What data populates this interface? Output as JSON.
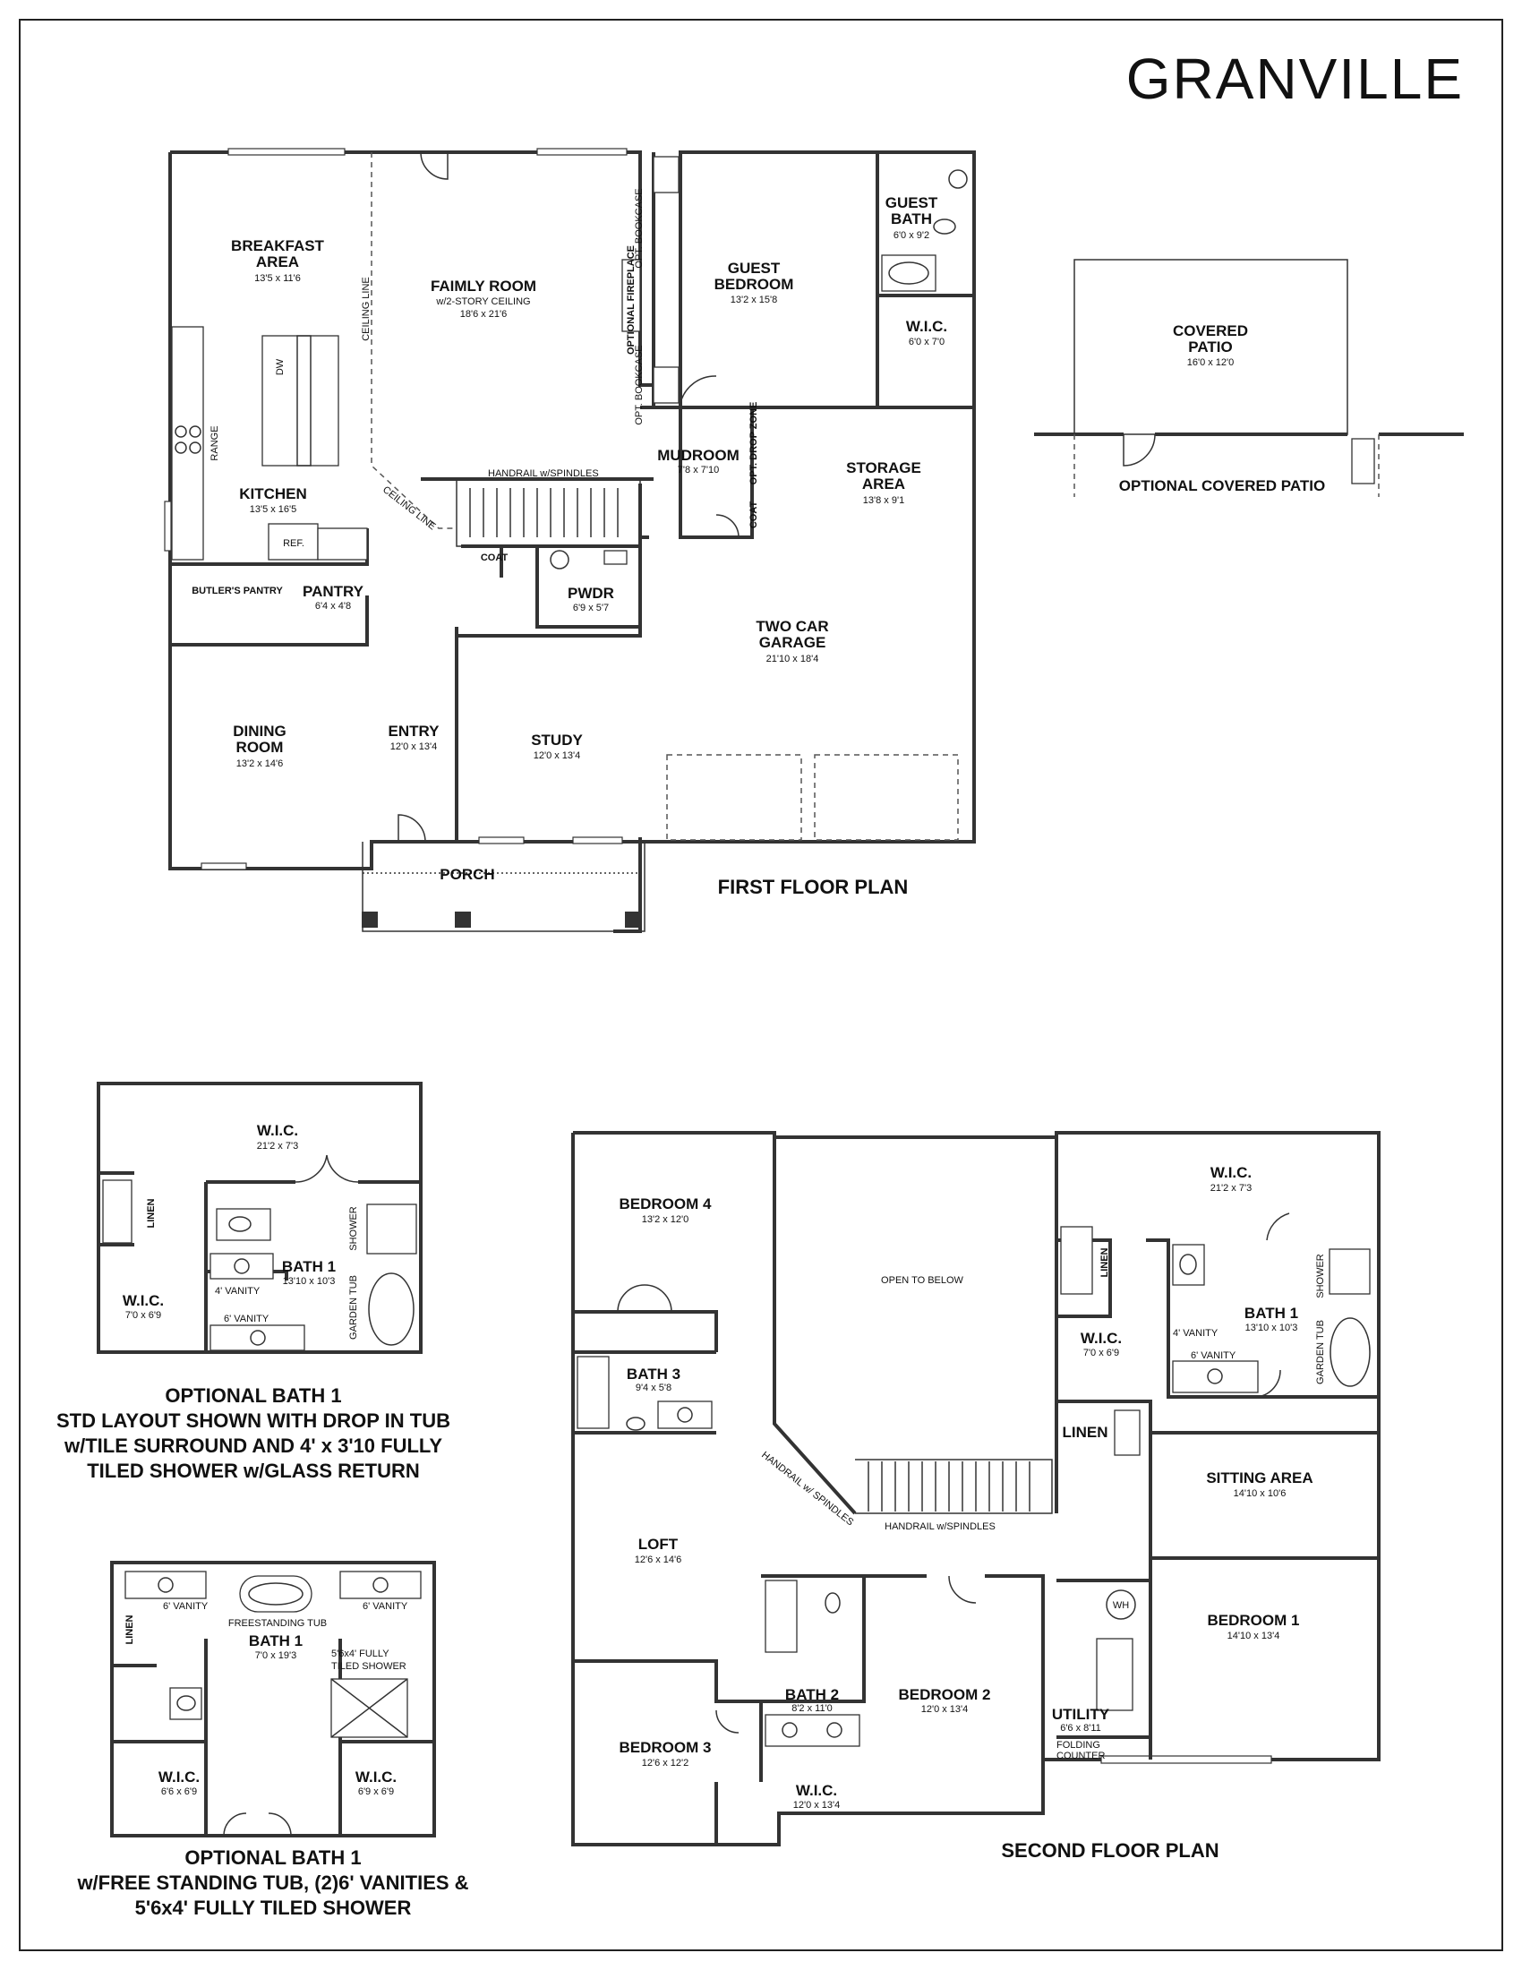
{
  "title": "GRANVILLE",
  "first_floor": {
    "caption": "FIRST FLOOR PLAN",
    "rooms": [
      {
        "name": "BREAKFAST",
        "name2": "AREA",
        "dim": "13'5 x 11'6"
      },
      {
        "name": "FAIMLY ROOM",
        "sub": "w/2-STORY CEILING",
        "dim": "18'6 x 21'6"
      },
      {
        "name": "GUEST",
        "name2": "BEDROOM",
        "dim": "13'2 x 15'8"
      },
      {
        "name": "GUEST",
        "name2": "BATH",
        "dim": "6'0 x 9'2"
      },
      {
        "name": "W.I.C.",
        "dim": "6'0 x 7'0"
      },
      {
        "name": "KITCHEN",
        "dim": "13'5 x 16'5"
      },
      {
        "name": "MUDROOM",
        "dim": "7'8 x 7'10"
      },
      {
        "name": "STORAGE",
        "name2": "AREA",
        "dim": "13'8 x 9'1"
      },
      {
        "name": "PANTRY",
        "dim": "6'4 x 4'8"
      },
      {
        "name": "PWDR",
        "dim": "6'9 x 5'7"
      },
      {
        "name": "TWO CAR",
        "name2": "GARAGE",
        "dim": "21'10 x 18'4"
      },
      {
        "name": "DINING",
        "name2": "ROOM",
        "dim": "13'2 x 14'6"
      },
      {
        "name": "ENTRY",
        "dim": "12'0 x 13'4"
      },
      {
        "name": "STUDY",
        "dim": "12'0 x 13'4"
      },
      {
        "name": "PORCH"
      }
    ],
    "labels": {
      "ceiling_line": "CEILING LINE",
      "opt_bookcase": "OPT. BOOKCASE",
      "optional_fireplace": "OPTIONAL FIREPLACE",
      "handrail": "HANDRAIL w/SPINDLES",
      "opt_drop_zone": "OPT. DROP ZONE",
      "coat": "COAT",
      "dw": "DW",
      "range": "RANGE",
      "ref": "REF.",
      "butlers_pantry": "BUTLER'S PANTRY"
    }
  },
  "covered_patio": {
    "name": "COVERED",
    "name2": "PATIO",
    "dim": "16'0 x 12'0",
    "caption": "OPTIONAL COVERED PATIO"
  },
  "optional_bath_a": {
    "caption_lines": [
      "OPTIONAL BATH 1",
      "STD LAYOUT SHOWN WITH DROP IN TUB",
      "w/TILE SURROUND AND 4' x 3'10 FULLY",
      "TILED SHOWER w/GLASS RETURN"
    ],
    "wic_top": {
      "name": "W.I.C.",
      "dim": "21'2 x 7'3"
    },
    "bath": {
      "name": "BATH 1",
      "dim": "13'10 x 10'3"
    },
    "wic_left": {
      "name": "W.I.C.",
      "dim": "7'0 x 6'9"
    },
    "labels": {
      "linen": "LINEN",
      "shower": "SHOWER",
      "garden_tub": "GARDEN TUB",
      "vanity4": "4'  VANITY",
      "vanity6": "6'  VANITY"
    }
  },
  "optional_bath_b": {
    "caption_lines": [
      "OPTIONAL BATH 1",
      "w/FREE STANDING TUB, (2)6' VANITIES &",
      "5'6x4' FULLY TILED SHOWER"
    ],
    "bath": {
      "name": "BATH 1",
      "dim": "7'0 x 19'3"
    },
    "wic_left": {
      "name": "W.I.C.",
      "dim": "6'6 x 6'9"
    },
    "wic_right": {
      "name": "W.I.C.",
      "dim": "6'9 x 6'9"
    },
    "labels": {
      "vanity_l": "6'  VANITY",
      "vanity_r": "6'  VANITY",
      "freestanding_tub": "FREESTANDING TUB",
      "shower1": "5'6x4'  FULLY",
      "shower2": "TILED SHOWER",
      "linen": "LINEN"
    }
  },
  "second_floor": {
    "caption": "SECOND FLOOR PLAN",
    "rooms": [
      {
        "name": "BEDROOM 4",
        "dim": "13'2 x 12'0"
      },
      {
        "name": "OPEN TO BELOW"
      },
      {
        "name": "W.I.C.",
        "dim": "21'2 x 7'3"
      },
      {
        "name": "BATH 3",
        "dim": "9'4 x 5'8"
      },
      {
        "name": "W.I.C.",
        "dim": "7'0 x 6'9"
      },
      {
        "name": "BATH 1",
        "dim": "13'10 x 10'3"
      },
      {
        "name": "SITTING AREA",
        "dim": "14'10 x 10'6"
      },
      {
        "name": "LOFT",
        "dim": "12'6 x 14'6"
      },
      {
        "name": "BEDROOM 1",
        "dim": "14'10 x 13'4"
      },
      {
        "name": "BEDROOM 2",
        "dim": "12'0 x 13'4"
      },
      {
        "name": "BATH 2",
        "dim": "8'2 x 11'0"
      },
      {
        "name": "UTILITY",
        "dim": "6'6 x 8'11"
      },
      {
        "name": "BEDROOM 3",
        "dim": "12'6 x 12'2"
      },
      {
        "name": "W.I.C.",
        "dim": "12'0 x 13'4"
      }
    ],
    "labels": {
      "linen": "LINEN",
      "linen2": "LINEN",
      "handrail_diag": "HANDRAIL w/ SPINDLES",
      "handrail": "HANDRAIL w/SPINDLES",
      "wh": "WH",
      "folding1": "FOLDING",
      "folding2": "COUNTER",
      "shower": "SHOWER",
      "garden_tub": "GARDEN TUB",
      "vanity4": "4'  VANITY",
      "vanity6": "6'  VANITY"
    }
  }
}
